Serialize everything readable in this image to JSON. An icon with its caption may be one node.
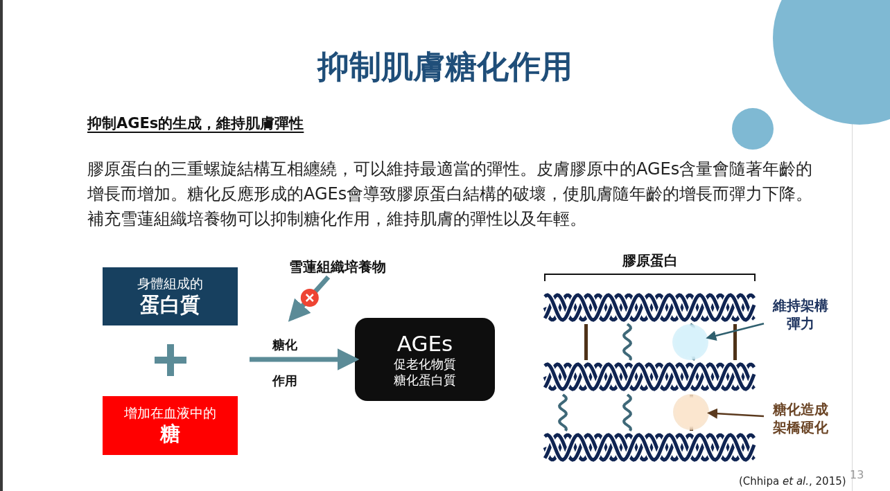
{
  "diagram": {
    "title": "抑制肌膚糖化作用",
    "nodes": [
      {
        "text": [
          "身體組成的",
          "蛋白質"
        ]
      },
      {
        "text": [
          "增加在血液中的",
          "糖"
        ]
      },
      {
        "text": [
          "雪蓮組織培養物"
        ]
      },
      {
        "text": [
          "AGEs",
          "促老化物質",
          "糖化蛋白質"
        ]
      },
      {
        "text": [
          "膠原蛋白"
        ]
      },
      {
        "text": [
          "維持架構彈力"
        ]
      },
      {
        "text": [
          "糖化造成架橋硬化"
        ]
      },
      {
        "text": [],
        "shape": "circle",
        "in": 4
      },
      {
        "text": [],
        "shape": "circle",
        "in": 4
      }
    ],
    "edges": [
      {
        "from": 2,
        "to": null,
        "arrow": "to",
        "style": "thick",
        "color": "#5b8b97"
      },
      {
        "from": null,
        "to": 3,
        "arrow": "to",
        "style": "thick",
        "color": "#5b8b97"
      },
      {
        "from": 5,
        "to": 7,
        "arrow": "to",
        "color": "#2f5f6e"
      },
      {
        "from": 6,
        "to": 8,
        "arrow": "to",
        "color": "#5b3a1e"
      }
    ],
    "labels": [
      "抑制AGEs的生成，維持肌膚彈性",
      "膠原蛋白的三重螺旋結構互相纏繞，可以維持最適當的彈性。皮膚膠原中的AGEs含量會隨著年齡的增長而增加。糖化反應形成的AGEs會導致膠原蛋白結構的破壞，使肌膚隨年齡的增長而彈力下降。補充雪蓮組織培養物可以抑制糖化作用，維持肌膚的彈性以及年輕。",
      "糖化",
      "作用",
      "(Chhipa *et al.*, 2015)",
      "13"
    ]
  }
}
